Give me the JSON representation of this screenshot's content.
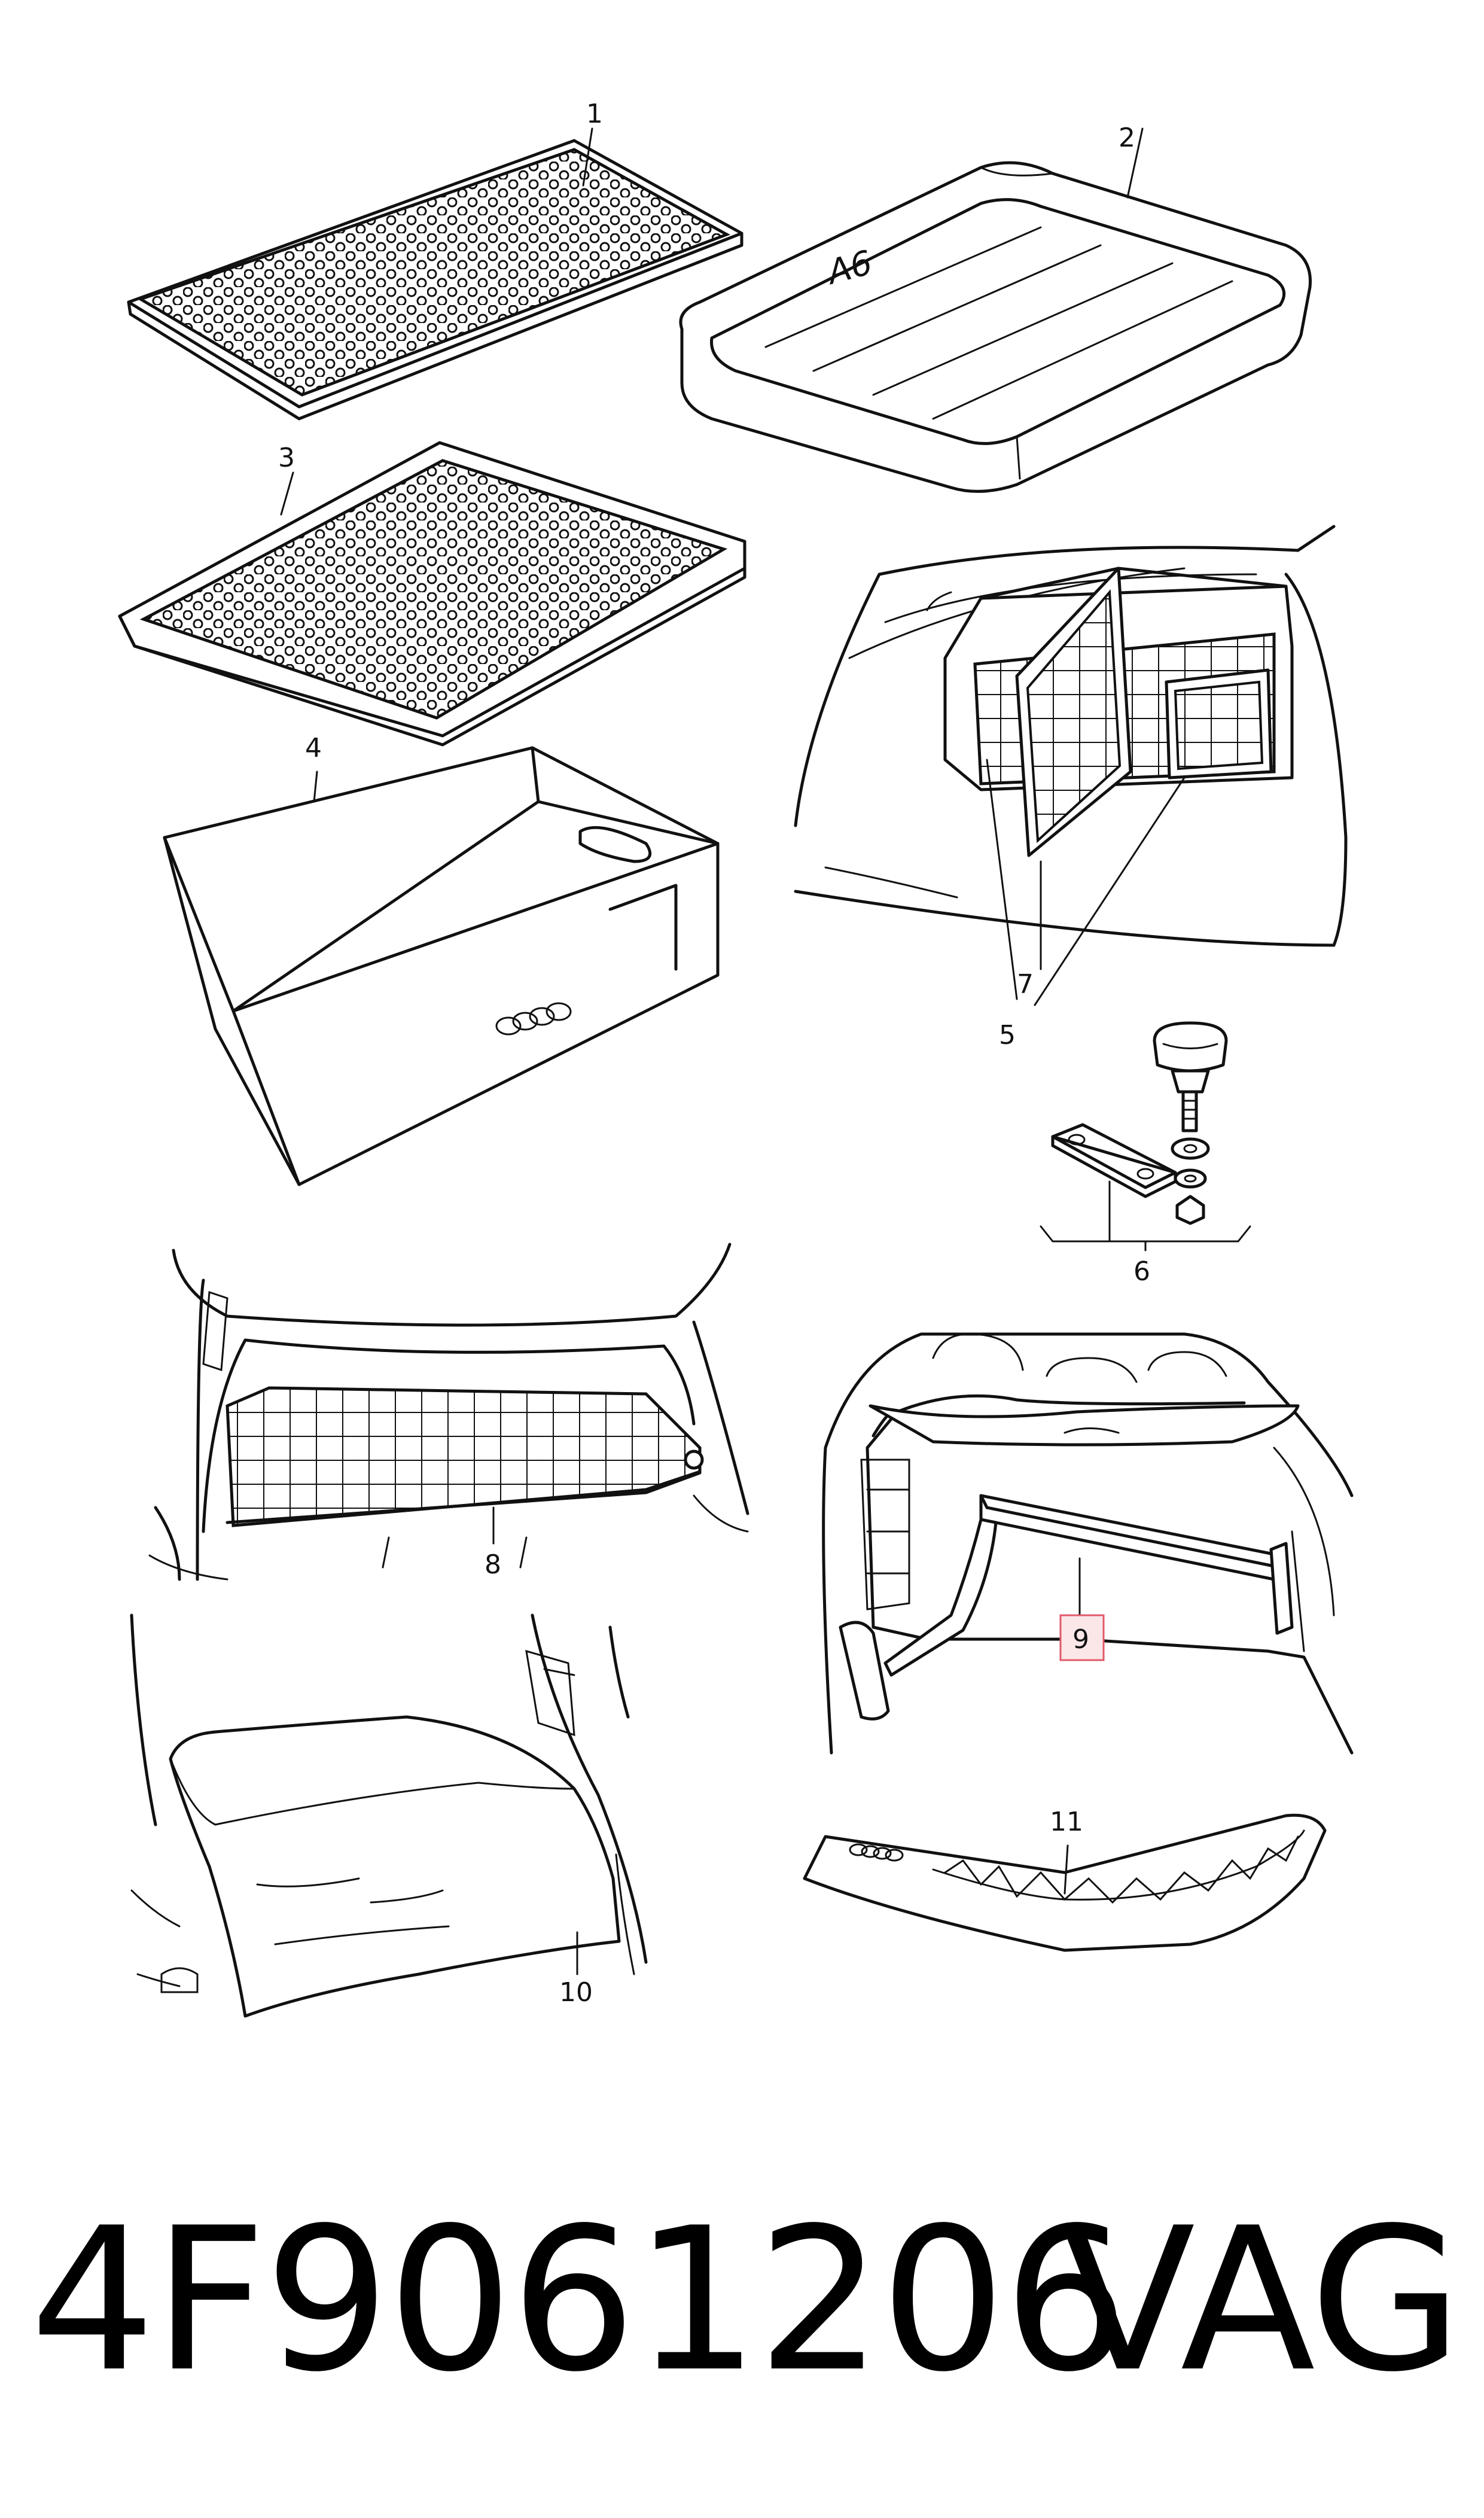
{
  "callouts": {
    "c1": "1",
    "c2": "2",
    "c3": "3",
    "c4": "4",
    "c5": "5",
    "c6": "6",
    "c7": "7",
    "c8": "8",
    "c9": "9",
    "c10": "10",
    "c11": "11"
  },
  "mat_label": "A6",
  "highlight_color": "#e05a6a",
  "part_number": "4F9061206",
  "brand": "VAG"
}
